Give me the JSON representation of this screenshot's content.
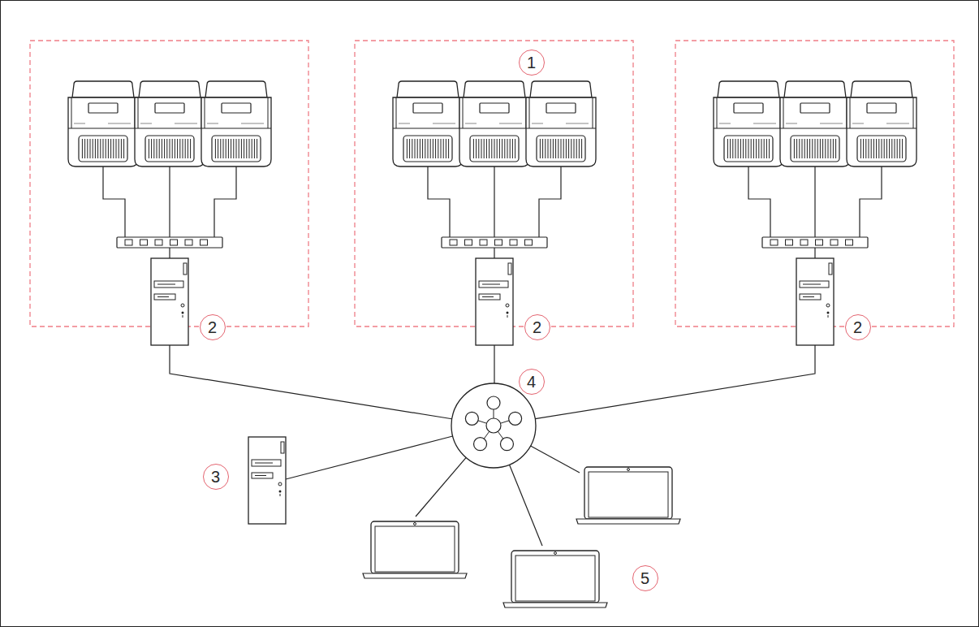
{
  "diagram": {
    "labels": [
      "1",
      "2",
      "2",
      "2",
      "3",
      "4",
      "5"
    ]
  }
}
